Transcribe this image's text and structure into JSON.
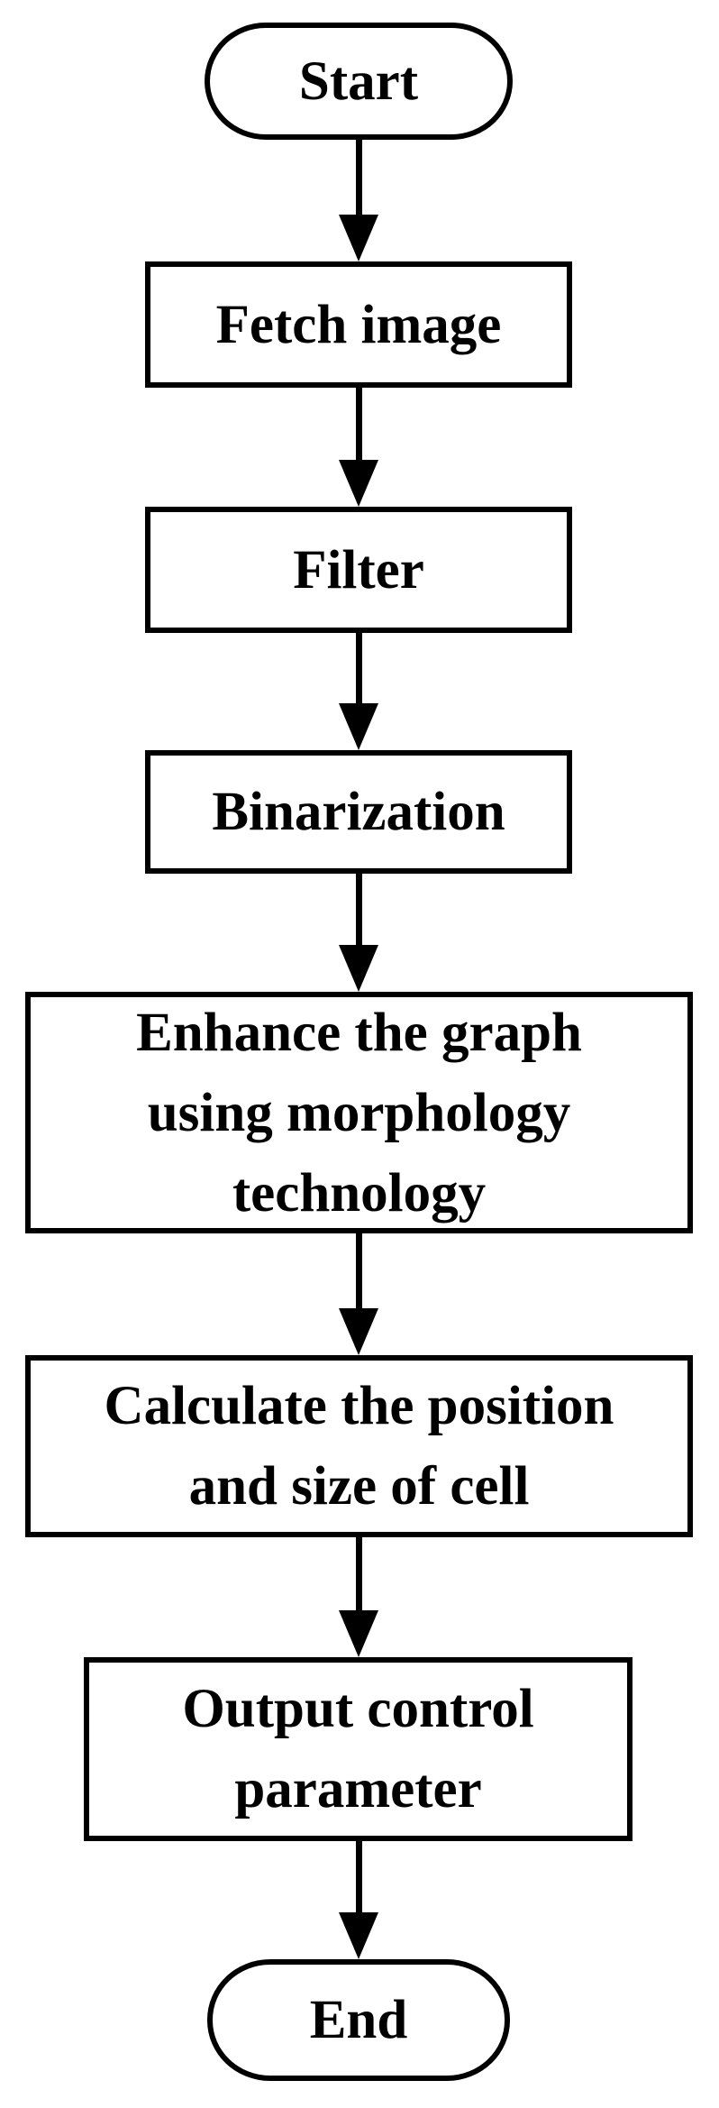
{
  "diagram": {
    "type": "flowchart",
    "direction": "top-down",
    "colors": {
      "stroke": "#000000",
      "fill": "#ffffff",
      "text": "#000000"
    },
    "nodes": [
      {
        "id": "start",
        "shape": "terminator",
        "lines": [
          "Start"
        ]
      },
      {
        "id": "fetch-image",
        "shape": "process",
        "lines": [
          "Fetch image"
        ]
      },
      {
        "id": "filter",
        "shape": "process",
        "lines": [
          "Filter"
        ]
      },
      {
        "id": "binarization",
        "shape": "process",
        "lines": [
          "Binarization"
        ]
      },
      {
        "id": "enhance",
        "shape": "process",
        "lines": [
          "Enhance the graph",
          "using morphology",
          "technology"
        ]
      },
      {
        "id": "calculate",
        "shape": "process",
        "lines": [
          "Calculate the position",
          "and size of cell"
        ]
      },
      {
        "id": "output",
        "shape": "process",
        "lines": [
          "Output control",
          "parameter"
        ]
      },
      {
        "id": "end",
        "shape": "terminator",
        "lines": [
          "End"
        ]
      }
    ],
    "edges": [
      {
        "from": "start",
        "to": "fetch-image"
      },
      {
        "from": "fetch-image",
        "to": "filter"
      },
      {
        "from": "filter",
        "to": "binarization"
      },
      {
        "from": "binarization",
        "to": "enhance"
      },
      {
        "from": "enhance",
        "to": "calculate"
      },
      {
        "from": "calculate",
        "to": "output"
      },
      {
        "from": "output",
        "to": "end"
      }
    ]
  }
}
